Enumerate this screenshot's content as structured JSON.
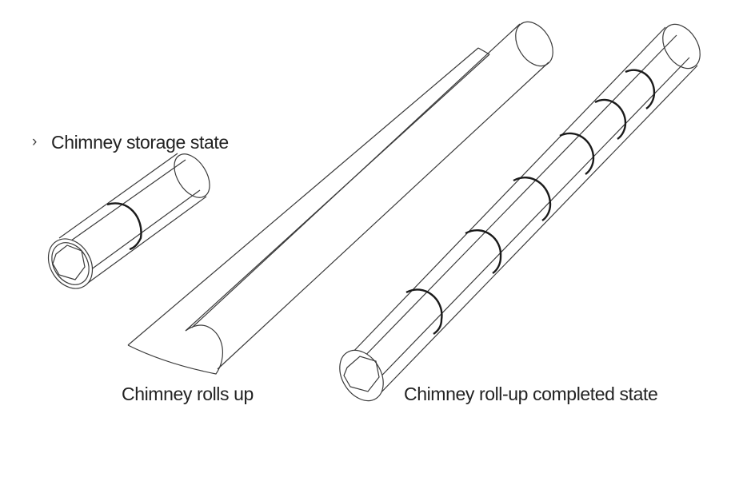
{
  "captions": {
    "storage": "Chimney storage state",
    "rolls_up": "Chimney rolls up",
    "completed": "Chimney roll-up completed state"
  },
  "bullet_glyph": "›",
  "colors": {
    "line": "#3a3a3a",
    "band": "#1a1a1a",
    "text": "#222222",
    "background": "#ffffff"
  }
}
